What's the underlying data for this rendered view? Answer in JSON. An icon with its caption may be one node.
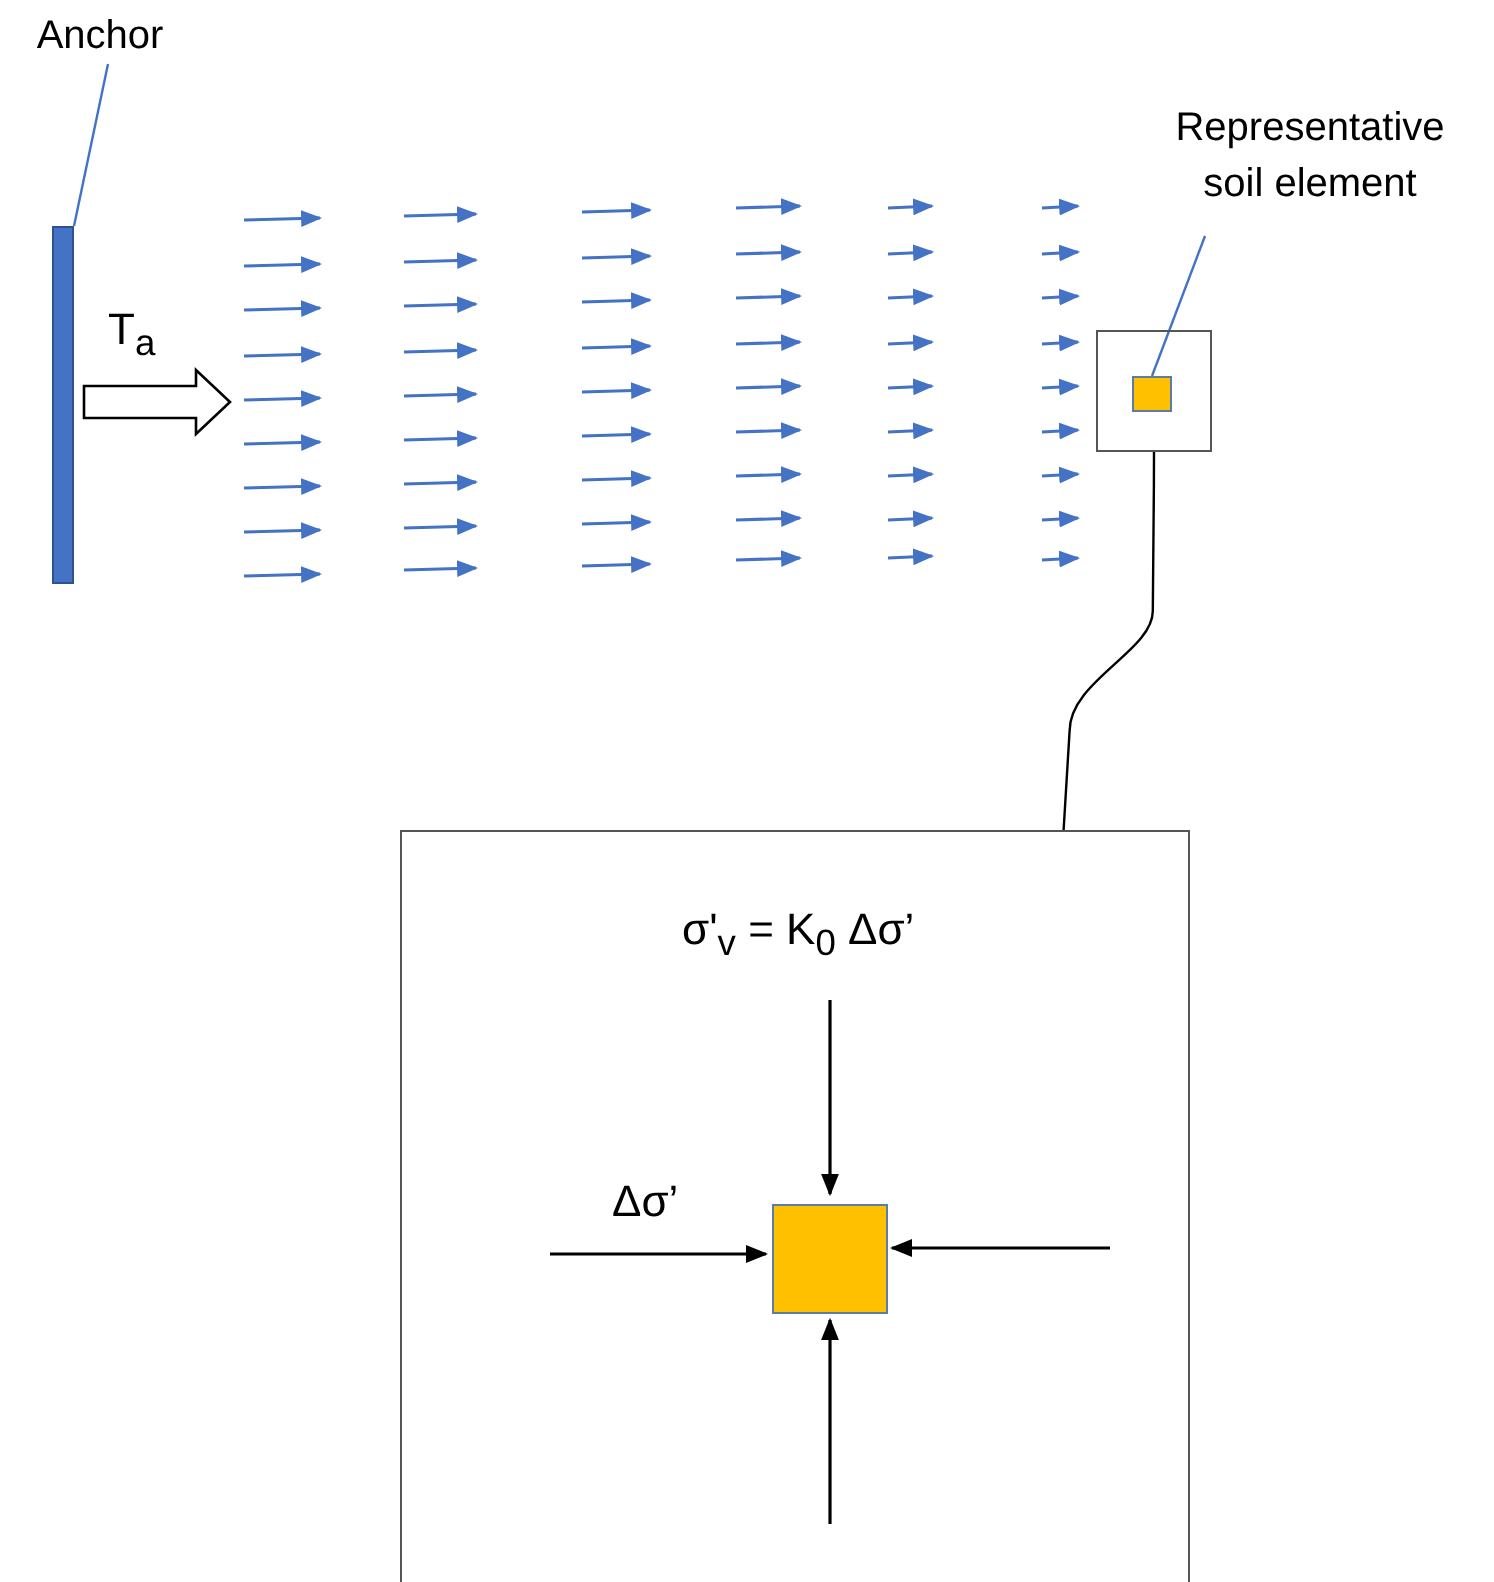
{
  "diagram": {
    "nodes": [
      {
        "text": [
          "Anchor"
        ]
      },
      {
        "text": [],
        "shape": "bar"
      },
      {
        "text": [
          "Representative soil element"
        ]
      },
      {
        "text": [],
        "shape": "box"
      },
      {
        "text": [],
        "shape": "box",
        "in": 3
      },
      {
        "text": [
          "σ'$_{v}$ = K$_{0}$ Δσ’",
          "Δσ’"
        ]
      },
      {
        "text": [],
        "shape": "box",
        "in": 5
      }
    ],
    "edges": [
      {
        "from": 0,
        "to": 1,
        "arrow": "none"
      },
      {
        "from": 2,
        "to": 4,
        "arrow": "none"
      },
      {
        "from": 3,
        "to": 5,
        "arrow": "none",
        "color": "#000000"
      }
    ],
    "labels": [
      "T$_{a}$"
    ]
  }
}
